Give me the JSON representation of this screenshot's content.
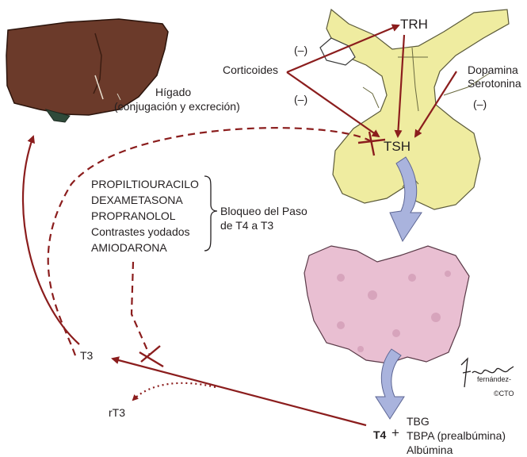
{
  "hypothalamus": {
    "trh": "TRH",
    "tsh": "TSH"
  },
  "regulators": {
    "corticoides": "Corticoides",
    "dopamina": "Dopamina",
    "serotonina": "Serotonina",
    "minus_1": "(–)",
    "minus_2": "(–)",
    "minus_3": "(–)"
  },
  "liver": {
    "line1": "Hígado",
    "line2": "(conjugación y excreción)"
  },
  "drugs": {
    "items": [
      "PROPILTIOURACILO",
      "DEXAMETASONA",
      "PROPRANOLOL",
      "Contrastes yodados",
      "AMIODARONA"
    ],
    "block_line1": "Bloqueo del Paso",
    "block_line2": "de T4 a T3"
  },
  "hormones": {
    "t3": "T3",
    "rt3": "rT3",
    "t4": "T4",
    "plus": "+",
    "carriers": [
      "TBG",
      "TBPA (prealbúmina)",
      "Albúmina"
    ]
  },
  "signature": {
    "mark": "fernández-",
    "copyright": "©CTO"
  },
  "colors": {
    "arrow": "#8b1d1d",
    "pituitary": "#efeca0",
    "liver": "#6b3a2a",
    "thyroid": "#e9bfd2",
    "blue_arrow": "#a9b3dd"
  }
}
